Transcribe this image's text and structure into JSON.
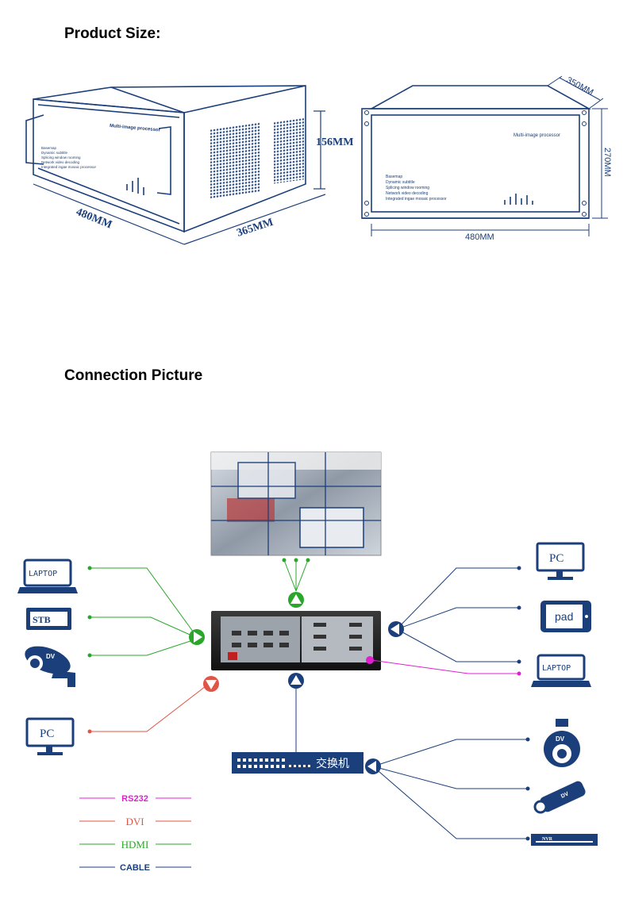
{
  "headings": {
    "product_size": "Product Size:",
    "connection_picture": "Connection Picture"
  },
  "dimensions": {
    "width_left": "480MM",
    "depth": "365MM",
    "height": "156MM",
    "top_depth": "350MM",
    "side_height": "270MM",
    "width_front": "480MM"
  },
  "front_panel": {
    "brand": "Multi-image processor",
    "features": [
      "Basemap",
      "Dynamic subtitle",
      "Splicing window rooming",
      "Network video decoding",
      "Integrated ingae mosaic processor"
    ]
  },
  "devices": {
    "laptop_left": "LAPTOP",
    "stb": "STB",
    "dv_camera": "DV",
    "pc_left": "PC",
    "pc_right": "PC",
    "pad": "pad",
    "laptop_right": "LAPTOP",
    "dome_camera": "DV",
    "bullet_camera": "DV",
    "nvr": "NVR",
    "switch": "交换机"
  },
  "legend": [
    {
      "label": "RS232",
      "color": "#e020d0"
    },
    {
      "label": "DVI",
      "color": "#e05545"
    },
    {
      "label": "HDMI",
      "color": "#2aa72a"
    },
    {
      "label": "CABLE",
      "color": "#1b3f7a"
    }
  ],
  "colors": {
    "navy": "#1b3f7a",
    "green": "#2aa72a",
    "red": "#e05545",
    "magenta": "#e020d0"
  }
}
